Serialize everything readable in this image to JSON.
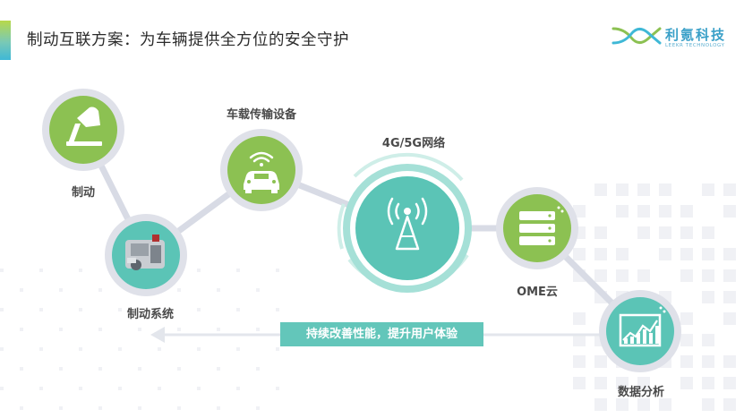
{
  "header": {
    "title": "制动互联方案：为车辆提供全方位的安全守护",
    "logo_name": "利氪科技",
    "logo_sub": "LEEKR TECHNOLOGY"
  },
  "nodes": {
    "braking": {
      "label": "制动",
      "icon": "brake-pedal-icon"
    },
    "brake_system": {
      "label": "制动系统",
      "icon": "brake-system-photo"
    },
    "vehicle_transmission": {
      "label": "车载传输设备",
      "icon": "car-wifi-icon"
    },
    "network": {
      "label": "4G/5G网络",
      "icon": "antenna-tower-icon"
    },
    "cloud": {
      "label": "OME云",
      "icon": "server-icon"
    },
    "analytics": {
      "label": "数据分析",
      "icon": "data-chart-icon"
    }
  },
  "banner": {
    "text": "持续改善性能，提升用户体验"
  },
  "colors": {
    "green": "#8cc152",
    "teal": "#5bc4b6",
    "ring": "#dfe1e9",
    "connector": "#d8dbe5",
    "banner": "#63c6ba"
  }
}
